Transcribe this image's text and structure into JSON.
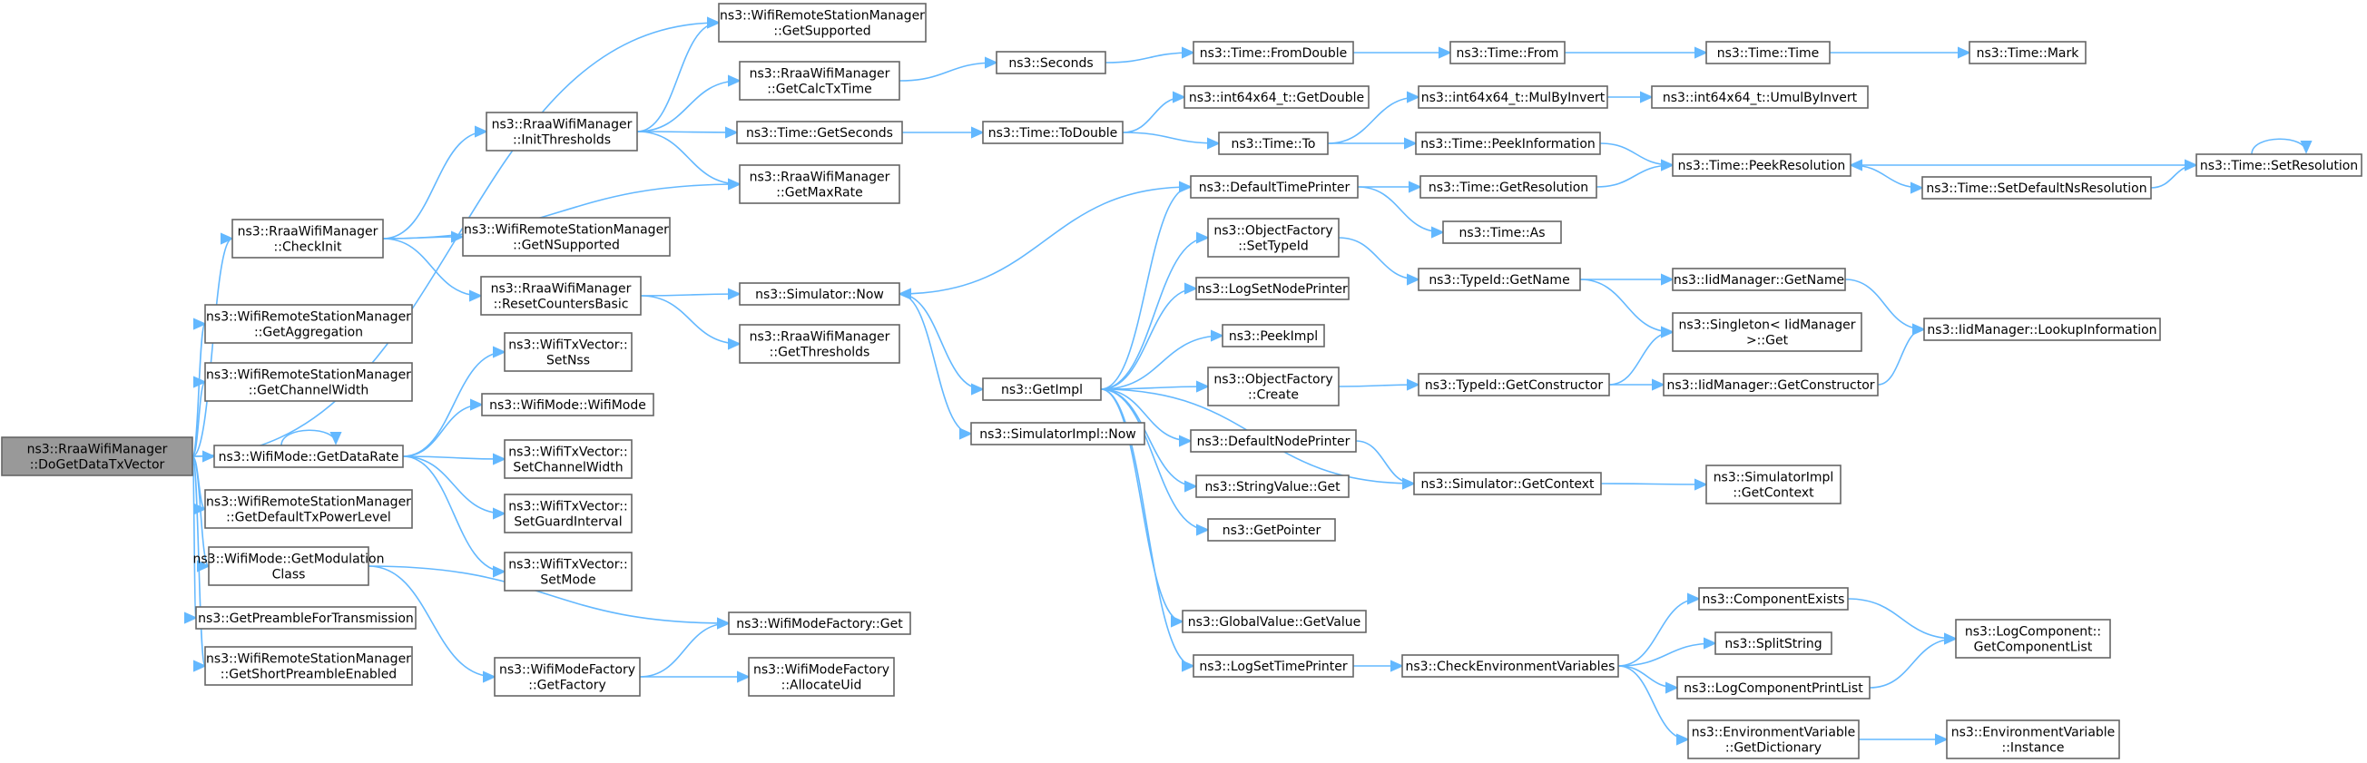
{
  "colors": {
    "edge": "#63b8ff",
    "node_border": "#666666",
    "root_fill": "#999999",
    "node_fill": "#ffffff"
  },
  "root": "n_root",
  "nodes": [
    {
      "id": "n_root",
      "lines": [
        "ns3::RraaWifiManager",
        "::DoGetDataTxVector"
      ]
    },
    {
      "id": "n_checkinit",
      "lines": [
        "ns3::RraaWifiManager",
        "::CheckInit"
      ]
    },
    {
      "id": "n_getaggregation",
      "lines": [
        "ns3::WifiRemoteStationManager",
        "::GetAggregation"
      ]
    },
    {
      "id": "n_getchannelwidth",
      "lines": [
        "ns3::WifiRemoteStationManager",
        "::GetChannelWidth"
      ]
    },
    {
      "id": "n_getdatarate",
      "lines": [
        "ns3::WifiMode::GetDataRate"
      ]
    },
    {
      "id": "n_getdefaulttxpower",
      "lines": [
        "ns3::WifiRemoteStationManager",
        "::GetDefaultTxPowerLevel"
      ]
    },
    {
      "id": "n_getmodulationclass",
      "lines": [
        "ns3::WifiMode::GetModulation",
        "Class"
      ]
    },
    {
      "id": "n_getpreamble",
      "lines": [
        "ns3::GetPreambleForTransmission"
      ]
    },
    {
      "id": "n_getshortpreamble",
      "lines": [
        "ns3::WifiRemoteStationManager",
        "::GetShortPreambleEnabled"
      ]
    },
    {
      "id": "n_initthresholds",
      "lines": [
        "ns3::RraaWifiManager",
        "::InitThresholds"
      ]
    },
    {
      "id": "n_getnsupported",
      "lines": [
        "ns3::WifiRemoteStationManager",
        "::GetNSupported"
      ]
    },
    {
      "id": "n_resetcounters",
      "lines": [
        "ns3::RraaWifiManager",
        "::ResetCountersBasic"
      ]
    },
    {
      "id": "n_setnss",
      "lines": [
        "ns3::WifiTxVector::",
        "SetNss"
      ]
    },
    {
      "id": "n_wifimode",
      "lines": [
        "ns3::WifiMode::WifiMode"
      ]
    },
    {
      "id": "n_setchannelwidth",
      "lines": [
        "ns3::WifiTxVector::",
        "SetChannelWidth"
      ]
    },
    {
      "id": "n_setguardinterval",
      "lines": [
        "ns3::WifiTxVector::",
        "SetGuardInterval"
      ]
    },
    {
      "id": "n_setmode",
      "lines": [
        "ns3::WifiTxVector::",
        "SetMode"
      ]
    },
    {
      "id": "n_getfactory",
      "lines": [
        "ns3::WifiModeFactory",
        "::GetFactory"
      ]
    },
    {
      "id": "n_getsupported",
      "lines": [
        "ns3::WifiRemoteStationManager",
        "::GetSupported"
      ]
    },
    {
      "id": "n_getcalctxtime",
      "lines": [
        "ns3::RraaWifiManager",
        "::GetCalcTxTime"
      ]
    },
    {
      "id": "n_getseconds",
      "lines": [
        "ns3::Time::GetSeconds"
      ]
    },
    {
      "id": "n_getmaxrate",
      "lines": [
        "ns3::RraaWifiManager",
        "::GetMaxRate"
      ]
    },
    {
      "id": "n_simnow",
      "lines": [
        "ns3::Simulator::Now"
      ]
    },
    {
      "id": "n_getthresholds",
      "lines": [
        "ns3::RraaWifiManager",
        "::GetThresholds"
      ]
    },
    {
      "id": "n_factoryget",
      "lines": [
        "ns3::WifiModeFactory::Get"
      ]
    },
    {
      "id": "n_allocateuid",
      "lines": [
        "ns3::WifiModeFactory",
        "::AllocateUid"
      ]
    },
    {
      "id": "n_seconds",
      "lines": [
        "ns3::Seconds"
      ]
    },
    {
      "id": "n_todouble",
      "lines": [
        "ns3::Time::ToDouble"
      ]
    },
    {
      "id": "n_getimpl",
      "lines": [
        "ns3::GetImpl"
      ]
    },
    {
      "id": "n_simimplnow",
      "lines": [
        "ns3::SimulatorImpl::Now"
      ]
    },
    {
      "id": "n_fromdouble",
      "lines": [
        "ns3::Time::FromDouble"
      ]
    },
    {
      "id": "n_int64getdouble",
      "lines": [
        "ns3::int64x64_t::GetDouble"
      ]
    },
    {
      "id": "n_timeto",
      "lines": [
        "ns3::Time::To"
      ]
    },
    {
      "id": "n_defaulttimeprinter",
      "lines": [
        "ns3::DefaultTimePrinter"
      ]
    },
    {
      "id": "n_settypeid",
      "lines": [
        "ns3::ObjectFactory",
        "::SetTypeId"
      ]
    },
    {
      "id": "n_logsetnodeprinter",
      "lines": [
        "ns3::LogSetNodePrinter"
      ]
    },
    {
      "id": "n_peekimpl",
      "lines": [
        "ns3::PeekImpl"
      ]
    },
    {
      "id": "n_ofcreate",
      "lines": [
        "ns3::ObjectFactory",
        "::Create"
      ]
    },
    {
      "id": "n_defaultnodeprinter",
      "lines": [
        "ns3::DefaultNodePrinter"
      ]
    },
    {
      "id": "n_stringvalueget",
      "lines": [
        "ns3::StringValue::Get"
      ]
    },
    {
      "id": "n_getpointer",
      "lines": [
        "ns3::GetPointer"
      ]
    },
    {
      "id": "n_globalvalueget",
      "lines": [
        "ns3::GlobalValue::GetValue"
      ]
    },
    {
      "id": "n_logsettimeprinter",
      "lines": [
        "ns3::LogSetTimePrinter"
      ]
    },
    {
      "id": "n_timefrom",
      "lines": [
        "ns3::Time::From"
      ]
    },
    {
      "id": "n_mulbyinvert",
      "lines": [
        "ns3::int64x64_t::MulByInvert"
      ]
    },
    {
      "id": "n_peekinformation",
      "lines": [
        "ns3::Time::PeekInformation"
      ]
    },
    {
      "id": "n_getresolution",
      "lines": [
        "ns3::Time::GetResolution"
      ]
    },
    {
      "id": "n_timeas",
      "lines": [
        "ns3::Time::As"
      ]
    },
    {
      "id": "n_typeidgetname",
      "lines": [
        "ns3::TypeId::GetName"
      ]
    },
    {
      "id": "n_typeidgetconstructor",
      "lines": [
        "ns3::TypeId::GetConstructor"
      ]
    },
    {
      "id": "n_simgetcontext",
      "lines": [
        "ns3::Simulator::GetContext"
      ]
    },
    {
      "id": "n_checkenv",
      "lines": [
        "ns3::CheckEnvironmentVariables"
      ]
    },
    {
      "id": "n_timetime",
      "lines": [
        "ns3::Time::Time"
      ]
    },
    {
      "id": "n_umulbyinvert",
      "lines": [
        "ns3::int64x64_t::UmulByInvert"
      ]
    },
    {
      "id": "n_peekresolution",
      "lines": [
        "ns3::Time::PeekResolution"
      ]
    },
    {
      "id": "n_iidgetname",
      "lines": [
        "ns3::IidManager::GetName"
      ]
    },
    {
      "id": "n_singletonget",
      "lines": [
        "ns3::Singleton< IidManager",
        ">::Get"
      ]
    },
    {
      "id": "n_iidgetconstructor",
      "lines": [
        "ns3::IidManager::GetConstructor"
      ]
    },
    {
      "id": "n_simimplgetcontext",
      "lines": [
        "ns3::SimulatorImpl",
        "::GetContext"
      ]
    },
    {
      "id": "n_componentexists",
      "lines": [
        "ns3::ComponentExists"
      ]
    },
    {
      "id": "n_splitstring",
      "lines": [
        "ns3::SplitString"
      ]
    },
    {
      "id": "n_logcomponentprintlist",
      "lines": [
        "ns3::LogComponentPrintList"
      ]
    },
    {
      "id": "n_envgetdictionary",
      "lines": [
        "ns3::EnvironmentVariable",
        "::GetDictionary"
      ]
    },
    {
      "id": "n_timemark",
      "lines": [
        "ns3::Time::Mark"
      ]
    },
    {
      "id": "n_setdefaultnsres",
      "lines": [
        "ns3::Time::SetDefaultNsResolution"
      ]
    },
    {
      "id": "n_lookupinformation",
      "lines": [
        "ns3::IidManager::LookupInformation"
      ]
    },
    {
      "id": "n_getcomponentlist",
      "lines": [
        "ns3::LogComponent::",
        "GetComponentList"
      ]
    },
    {
      "id": "n_envinstance",
      "lines": [
        "ns3::EnvironmentVariable",
        "::Instance"
      ]
    },
    {
      "id": "n_setresolution",
      "lines": [
        "ns3::Time::SetResolution"
      ]
    }
  ],
  "edges": [
    [
      "n_root",
      "n_getsupported"
    ],
    [
      "n_root",
      "n_checkinit"
    ],
    [
      "n_root",
      "n_getaggregation"
    ],
    [
      "n_root",
      "n_getchannelwidth"
    ],
    [
      "n_root",
      "n_getdatarate"
    ],
    [
      "n_root",
      "n_getdefaulttxpower"
    ],
    [
      "n_root",
      "n_getmodulationclass"
    ],
    [
      "n_root",
      "n_getpreamble"
    ],
    [
      "n_root",
      "n_getshortpreamble"
    ],
    [
      "n_checkinit",
      "n_initthresholds"
    ],
    [
      "n_checkinit",
      "n_getmaxrate"
    ],
    [
      "n_checkinit",
      "n_getnsupported"
    ],
    [
      "n_checkinit",
      "n_resetcounters"
    ],
    [
      "n_initthresholds",
      "n_getsupported"
    ],
    [
      "n_initthresholds",
      "n_getcalctxtime"
    ],
    [
      "n_initthresholds",
      "n_getseconds"
    ],
    [
      "n_initthresholds",
      "n_getmaxrate"
    ],
    [
      "n_resetcounters",
      "n_simnow"
    ],
    [
      "n_resetcounters",
      "n_getthresholds"
    ],
    [
      "n_getdatarate",
      "n_getdatarate"
    ],
    [
      "n_getdatarate",
      "n_setnss"
    ],
    [
      "n_getdatarate",
      "n_wifimode"
    ],
    [
      "n_getdatarate",
      "n_setchannelwidth"
    ],
    [
      "n_getdatarate",
      "n_setguardinterval"
    ],
    [
      "n_getdatarate",
      "n_setmode"
    ],
    [
      "n_getmodulationclass",
      "n_factoryget"
    ],
    [
      "n_getmodulationclass",
      "n_getfactory"
    ],
    [
      "n_getfactory",
      "n_factoryget"
    ],
    [
      "n_getfactory",
      "n_allocateuid"
    ],
    [
      "n_getcalctxtime",
      "n_seconds"
    ],
    [
      "n_seconds",
      "n_fromdouble"
    ],
    [
      "n_fromdouble",
      "n_timefrom"
    ],
    [
      "n_timefrom",
      "n_timetime"
    ],
    [
      "n_timetime",
      "n_timemark"
    ],
    [
      "n_getseconds",
      "n_todouble"
    ],
    [
      "n_todouble",
      "n_int64getdouble"
    ],
    [
      "n_todouble",
      "n_timeto"
    ],
    [
      "n_timeto",
      "n_mulbyinvert"
    ],
    [
      "n_timeto",
      "n_peekinformation"
    ],
    [
      "n_mulbyinvert",
      "n_umulbyinvert"
    ],
    [
      "n_peekinformation",
      "n_peekresolution"
    ],
    [
      "n_simnow",
      "n_getimpl"
    ],
    [
      "n_simnow",
      "n_simimplnow"
    ],
    [
      "n_getimpl",
      "n_defaulttimeprinter"
    ],
    [
      "n_getimpl",
      "n_settypeid"
    ],
    [
      "n_getimpl",
      "n_logsetnodeprinter"
    ],
    [
      "n_getimpl",
      "n_peekimpl"
    ],
    [
      "n_getimpl",
      "n_ofcreate"
    ],
    [
      "n_getimpl",
      "n_defaultnodeprinter"
    ],
    [
      "n_getimpl",
      "n_stringvalueget"
    ],
    [
      "n_getimpl",
      "n_getpointer"
    ],
    [
      "n_getimpl",
      "n_simgetcontext"
    ],
    [
      "n_getimpl",
      "n_globalvalueget"
    ],
    [
      "n_getimpl",
      "n_logsettimeprinter"
    ],
    [
      "n_defaulttimeprinter",
      "n_simnow"
    ],
    [
      "n_defaulttimeprinter",
      "n_getresolution"
    ],
    [
      "n_defaulttimeprinter",
      "n_timeas"
    ],
    [
      "n_getresolution",
      "n_peekresolution"
    ],
    [
      "n_setresolution",
      "n_peekresolution"
    ],
    [
      "n_setresolution",
      "n_setresolution"
    ],
    [
      "n_peekresolution",
      "n_setdefaultnsres"
    ],
    [
      "n_setdefaultnsres",
      "n_setresolution"
    ],
    [
      "n_settypeid",
      "n_typeidgetname"
    ],
    [
      "n_typeidgetname",
      "n_iidgetname"
    ],
    [
      "n_typeidgetname",
      "n_singletonget"
    ],
    [
      "n_ofcreate",
      "n_typeidgetconstructor"
    ],
    [
      "n_typeidgetconstructor",
      "n_singletonget"
    ],
    [
      "n_typeidgetconstructor",
      "n_iidgetconstructor"
    ],
    [
      "n_iidgetname",
      "n_lookupinformation"
    ],
    [
      "n_iidgetconstructor",
      "n_lookupinformation"
    ],
    [
      "n_defaultnodeprinter",
      "n_simgetcontext"
    ],
    [
      "n_simgetcontext",
      "n_simimplgetcontext"
    ],
    [
      "n_logsettimeprinter",
      "n_checkenv"
    ],
    [
      "n_checkenv",
      "n_componentexists"
    ],
    [
      "n_checkenv",
      "n_splitstring"
    ],
    [
      "n_checkenv",
      "n_logcomponentprintlist"
    ],
    [
      "n_checkenv",
      "n_envgetdictionary"
    ],
    [
      "n_componentexists",
      "n_getcomponentlist"
    ],
    [
      "n_logcomponentprintlist",
      "n_getcomponentlist"
    ],
    [
      "n_envgetdictionary",
      "n_envinstance"
    ]
  ]
}
